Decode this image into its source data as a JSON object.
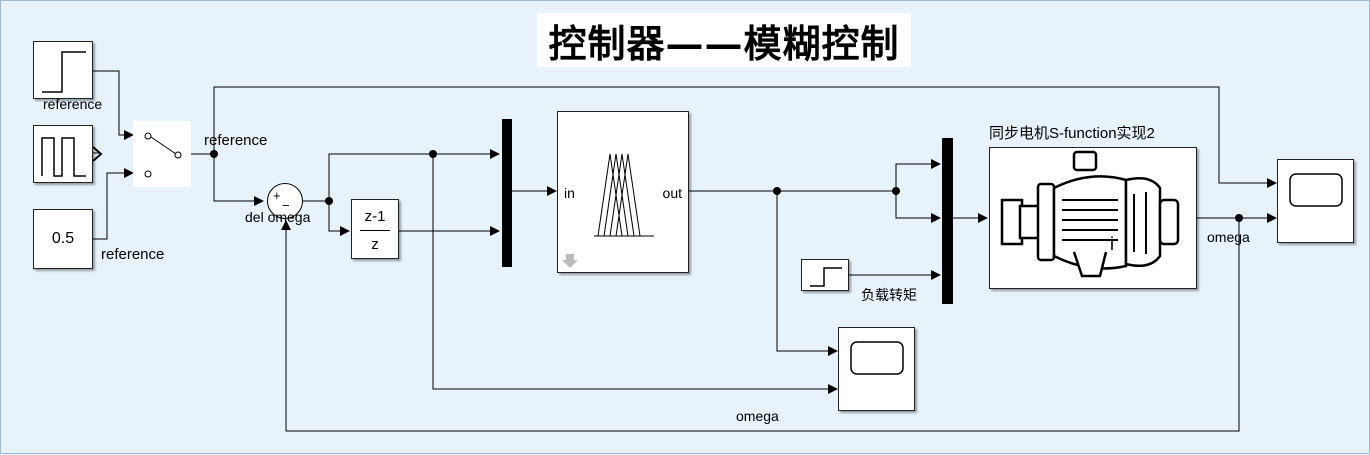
{
  "title": "控制器——模糊控制",
  "blocks": {
    "const_value": "0.5",
    "gain_num": "z-1",
    "gain_den": "z",
    "fuzzy_in_port": "in",
    "fuzzy_out_port": "out",
    "motor_title": "同步电机S-function实现2",
    "sum_plus": "+",
    "sum_minus": "−"
  },
  "labels": {
    "reference_1": "reference",
    "reference_2": "reference",
    "reference_3": "reference",
    "del_omega": "del omega",
    "load_torque": "负载转矩",
    "omega_1": "omega",
    "omega_2": "omega"
  },
  "colors": {
    "background": "#e7f2fb",
    "line": "#000000",
    "block_fill": "#ffffff"
  }
}
